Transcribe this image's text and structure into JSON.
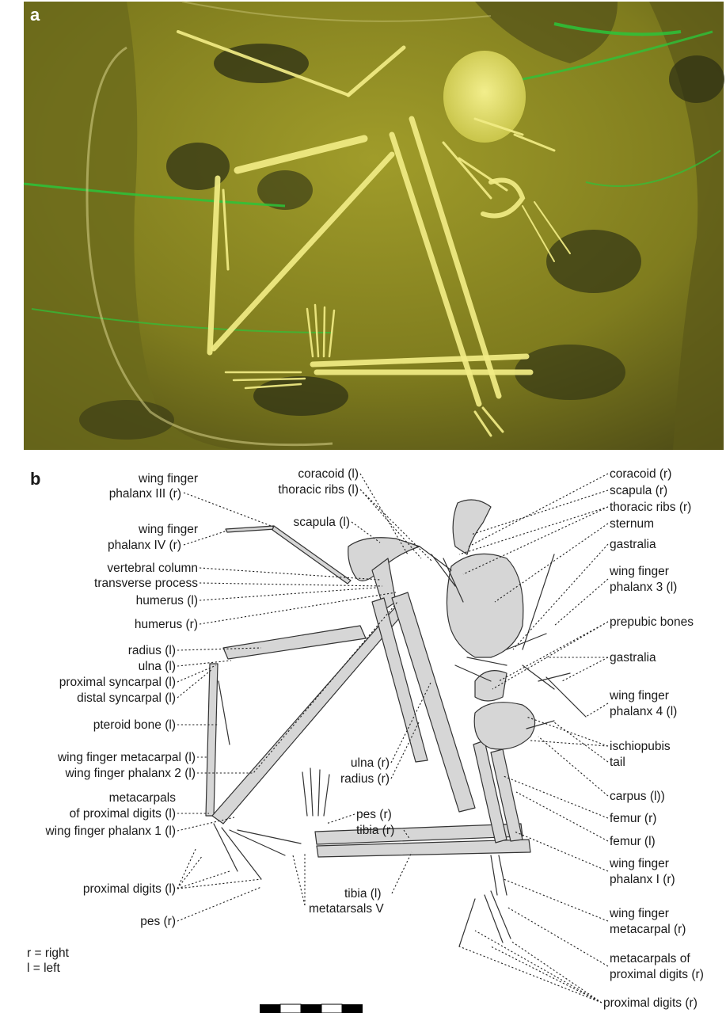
{
  "panel_a": {
    "letter": "a",
    "colors": {
      "matrix": "#8a8a1f",
      "matrix_dark": "#54541a",
      "bone": "#efe97a",
      "green": "#2cc43a",
      "dark_patch": "#2b2e14"
    }
  },
  "panel_b": {
    "letter": "b",
    "labels_left": [
      "wing finger",
      "phalanx III (r)",
      "wing finger",
      "phalanx IV (r)",
      "vertebral column",
      "transverse process",
      "humerus (l)",
      "humerus (r)",
      "radius (l)",
      "ulna (l)",
      "proximal syncarpal (l)",
      "distal syncarpal (l)",
      "pteroid bone (l)",
      "wing finger metacarpal (l)",
      "wing finger phalanx 2 (l)",
      "metacarpals",
      "of proximal digits (l)",
      "wing finger phalanx 1 (l)",
      "proximal digits (l)",
      "pes (r)"
    ],
    "labels_top": [
      "coracoid (l)",
      "thoracic ribs (l)",
      "scapula (l)"
    ],
    "labels_middle": [
      "ulna (r)",
      "radius (r)",
      "pes (r)",
      "tibia (r)",
      "tibia (l)",
      "metatarsals V"
    ],
    "labels_right": [
      "coracoid (r)",
      "scapula (r)",
      "thoracic ribs (r)",
      "sternum",
      "gastralia",
      "wing finger",
      "phalanx 3 (l)",
      "prepubic bones",
      "gastralia",
      "wing finger",
      "phalanx 4 (l)",
      "ischiopubis",
      "tail",
      "carpus (l))",
      "femur (r)",
      "femur (l)",
      "wing finger",
      "phalanx I (r)",
      "wing finger",
      "metacarpal (r)",
      "metacarpals of",
      "proximal digits (r)",
      "proximal digits (r)"
    ],
    "legend": [
      "r = right",
      "l = left"
    ],
    "colors": {
      "bone_fill": "#d6d6d6",
      "outline": "#333333",
      "text": "#1a1a1a"
    }
  }
}
